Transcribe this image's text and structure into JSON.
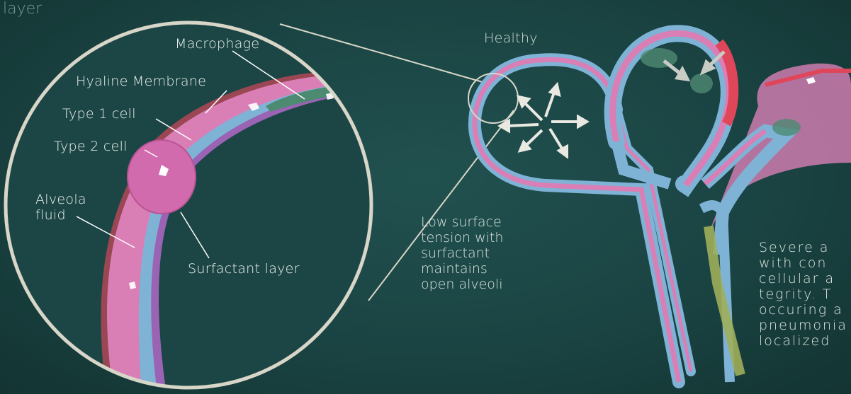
{
  "header": {
    "partial_word": "layer"
  },
  "zoom_labels": {
    "macrophage": "Macrophage",
    "hyaline_membrane": "Hyaline Membrane",
    "type1_cell": "Type 1 cell",
    "type2_cell": "Type 2 cell",
    "alveola_fluid_line1": "Alveola",
    "alveola_fluid_line2": "fluid",
    "surfactant_layer": "Surfactant layer"
  },
  "healthy_label": "Healthy",
  "healthy_caption": [
    "Low surface",
    "tension with",
    "surfactant",
    "maintains",
    "open alveoli"
  ],
  "severe_caption": [
    "Severe a",
    "with  con",
    "cellular a",
    "tegrity. T",
    "occuring a",
    "pneumonia",
    "localized"
  ],
  "colors": {
    "background": "#1a4443",
    "membrane_pink": "#d97fb6",
    "membrane_blue": "#7eb3d6",
    "surfactant_purple": "#9a63b4",
    "macrophage_green": "#4d8a72",
    "damage_red": "#e0465a"
  }
}
